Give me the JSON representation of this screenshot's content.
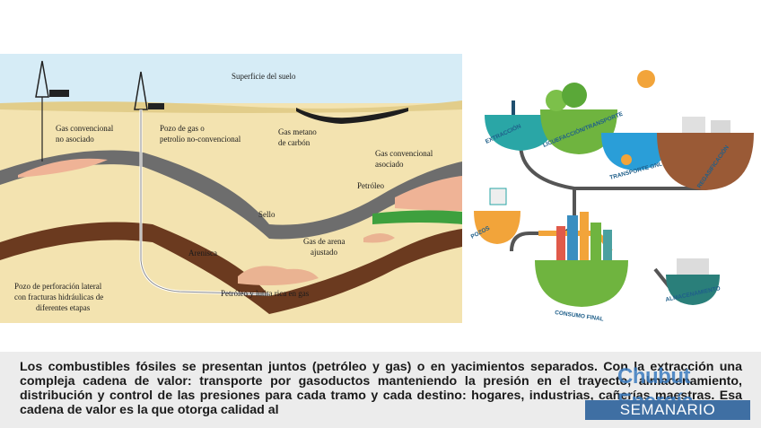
{
  "geology": {
    "labels": {
      "surface": "Superficie del suelo",
      "conventional_non_associated": [
        "Gas convencional",
        "no asociado"
      ],
      "gas_well": [
        "Pozo de gas o",
        "petrolio no-convencional"
      ],
      "coal_methane": [
        "Gas metano",
        "de carbón"
      ],
      "conventional_associated": [
        "Gas convencional",
        "asociado"
      ],
      "oil": "Petróleo",
      "seal": "Sello",
      "sandstone": "Arenisca",
      "tight_sand": [
        "Gas de arena",
        "ajustado"
      ],
      "lateral_well": [
        "Pozo de perforación lateral",
        "con fracturas hidráulicas de",
        "diferentes etapas"
      ],
      "shale": "Petróleo y lutita rica en gas"
    },
    "colors": {
      "sky": "#cfe6f2",
      "soil": "#f1dfa8",
      "seal": "#6f6f6f",
      "shale": "#6b3a1f",
      "oil": "#4aa04a",
      "gas": "#f1b79a"
    }
  },
  "chain": {
    "labels": {
      "extraction": "EXTRACCIÓN",
      "liquefaction": "LICUEFACCIÓN/TRANSPORTE",
      "lng_transport": "TRANSPORTE GNL",
      "regasification": "REGASIFICACIÓN",
      "wells": "POZOS",
      "final_consumption": "CONSUMO FINAL",
      "storage": "ALMACENAMIENTO"
    },
    "colors": {
      "teal": "#2aa6a6",
      "orange": "#f2a43a",
      "green": "#6fb43f",
      "brown": "#9a5a36",
      "pipe": "#555555"
    }
  },
  "caption": {
    "text": "Los combustibles fósiles se presentan juntos (petróleo y gas) o en yacimientos separados. Con la extracción una compleja cadena de valor: transporte por gasoductos manteniendo la presión en el trayecto, almacenamiento, distribución y control de las presiones para cada tramo y cada destino: hogares, industrias, cañerías maestras. Esa cadena de valor es la que otorga calidad al"
  },
  "brand": {
    "top": "Chubut Energía",
    "sub": "SEMANARIO"
  }
}
